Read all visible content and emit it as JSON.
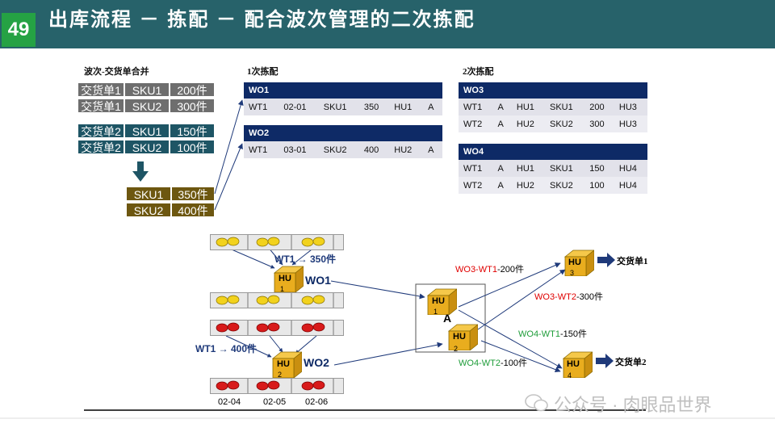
{
  "slide": {
    "number": "49",
    "title": "出库流程 － 拣配 － 配合波次管理的二次拣配"
  },
  "sections": {
    "wave_merge": "波次-交货单合并",
    "first_pick": "1次拣配",
    "second_pick": "2次拣配"
  },
  "delivery_rows": [
    {
      "doc": "交货单1",
      "sku": "SKU1",
      "qty": "200件"
    },
    {
      "doc": "交货单1",
      "sku": "SKU2",
      "qty": "300件"
    },
    {
      "doc": "交货单2",
      "sku": "SKU1",
      "qty": "150件"
    },
    {
      "doc": "交货单2",
      "sku": "SKU2",
      "qty": "100件"
    }
  ],
  "merged_rows": [
    {
      "sku": "SKU1",
      "qty": "350件"
    },
    {
      "sku": "SKU2",
      "qty": "400件"
    }
  ],
  "first_pick_tables": [
    {
      "title": "WO1",
      "rows": [
        [
          "WT1",
          "02-01",
          "SKU1",
          "350",
          "HU1",
          "A"
        ]
      ]
    },
    {
      "title": "WO2",
      "rows": [
        [
          "WT1",
          "03-01",
          "SKU2",
          "400",
          "HU2",
          "A"
        ]
      ]
    }
  ],
  "second_pick_tables": [
    {
      "title": "WO3",
      "rows": [
        [
          "WT1",
          "A",
          "HU1",
          "SKU1",
          "200",
          "HU3"
        ],
        [
          "WT2",
          "A",
          "HU2",
          "SKU2",
          "300",
          "HU3"
        ]
      ]
    },
    {
      "title": "WO4",
      "rows": [
        [
          "WT1",
          "A",
          "HU1",
          "SKU1",
          "150",
          "HU4"
        ],
        [
          "WT2",
          "A",
          "HU2",
          "SKU2",
          "100",
          "HU4"
        ]
      ]
    }
  ],
  "flow": {
    "wt1_sku1": "WT1 → 350件",
    "wt1_sku2": "WT1 → 400件",
    "wo1": "WO1",
    "wo2": "WO2",
    "hu1_a": "HU",
    "hu1_b": "1",
    "hu2_a": "HU",
    "hu2_b": "2",
    "zone": "A",
    "zone_hu1_a": "HU",
    "zone_hu1_b": "1",
    "zone_hu2_a": "HU",
    "zone_hu2_b": "2",
    "hu3_a": "HU",
    "hu3_b": "3",
    "hu4_a": "HU",
    "hu4_b": "4",
    "delivery1": "交货单1",
    "delivery2": "交货单2",
    "wo3_wt1_code": "WO3-WT1",
    "wo3_wt1_qty": "-200件",
    "wo3_wt2_code": "WO3-WT2",
    "wo3_wt2_qty": "-300件",
    "wo4_wt1_code": "WO4-WT1",
    "wo4_wt1_qty": "-150件",
    "wo4_wt2_code": "WO4-WT2",
    "wo4_wt2_qty": "-100件",
    "bins": [
      "02-04",
      "02-05",
      "02-06"
    ]
  },
  "watermark": "公众号 · 肉眼品世界",
  "colors": {
    "header": "#27626a",
    "number_badge": "#25a244",
    "table_header": "#0e2a66",
    "red_label": "#e00000",
    "green_label": "#1f9d3a",
    "arrow": "#1f3a7a"
  }
}
